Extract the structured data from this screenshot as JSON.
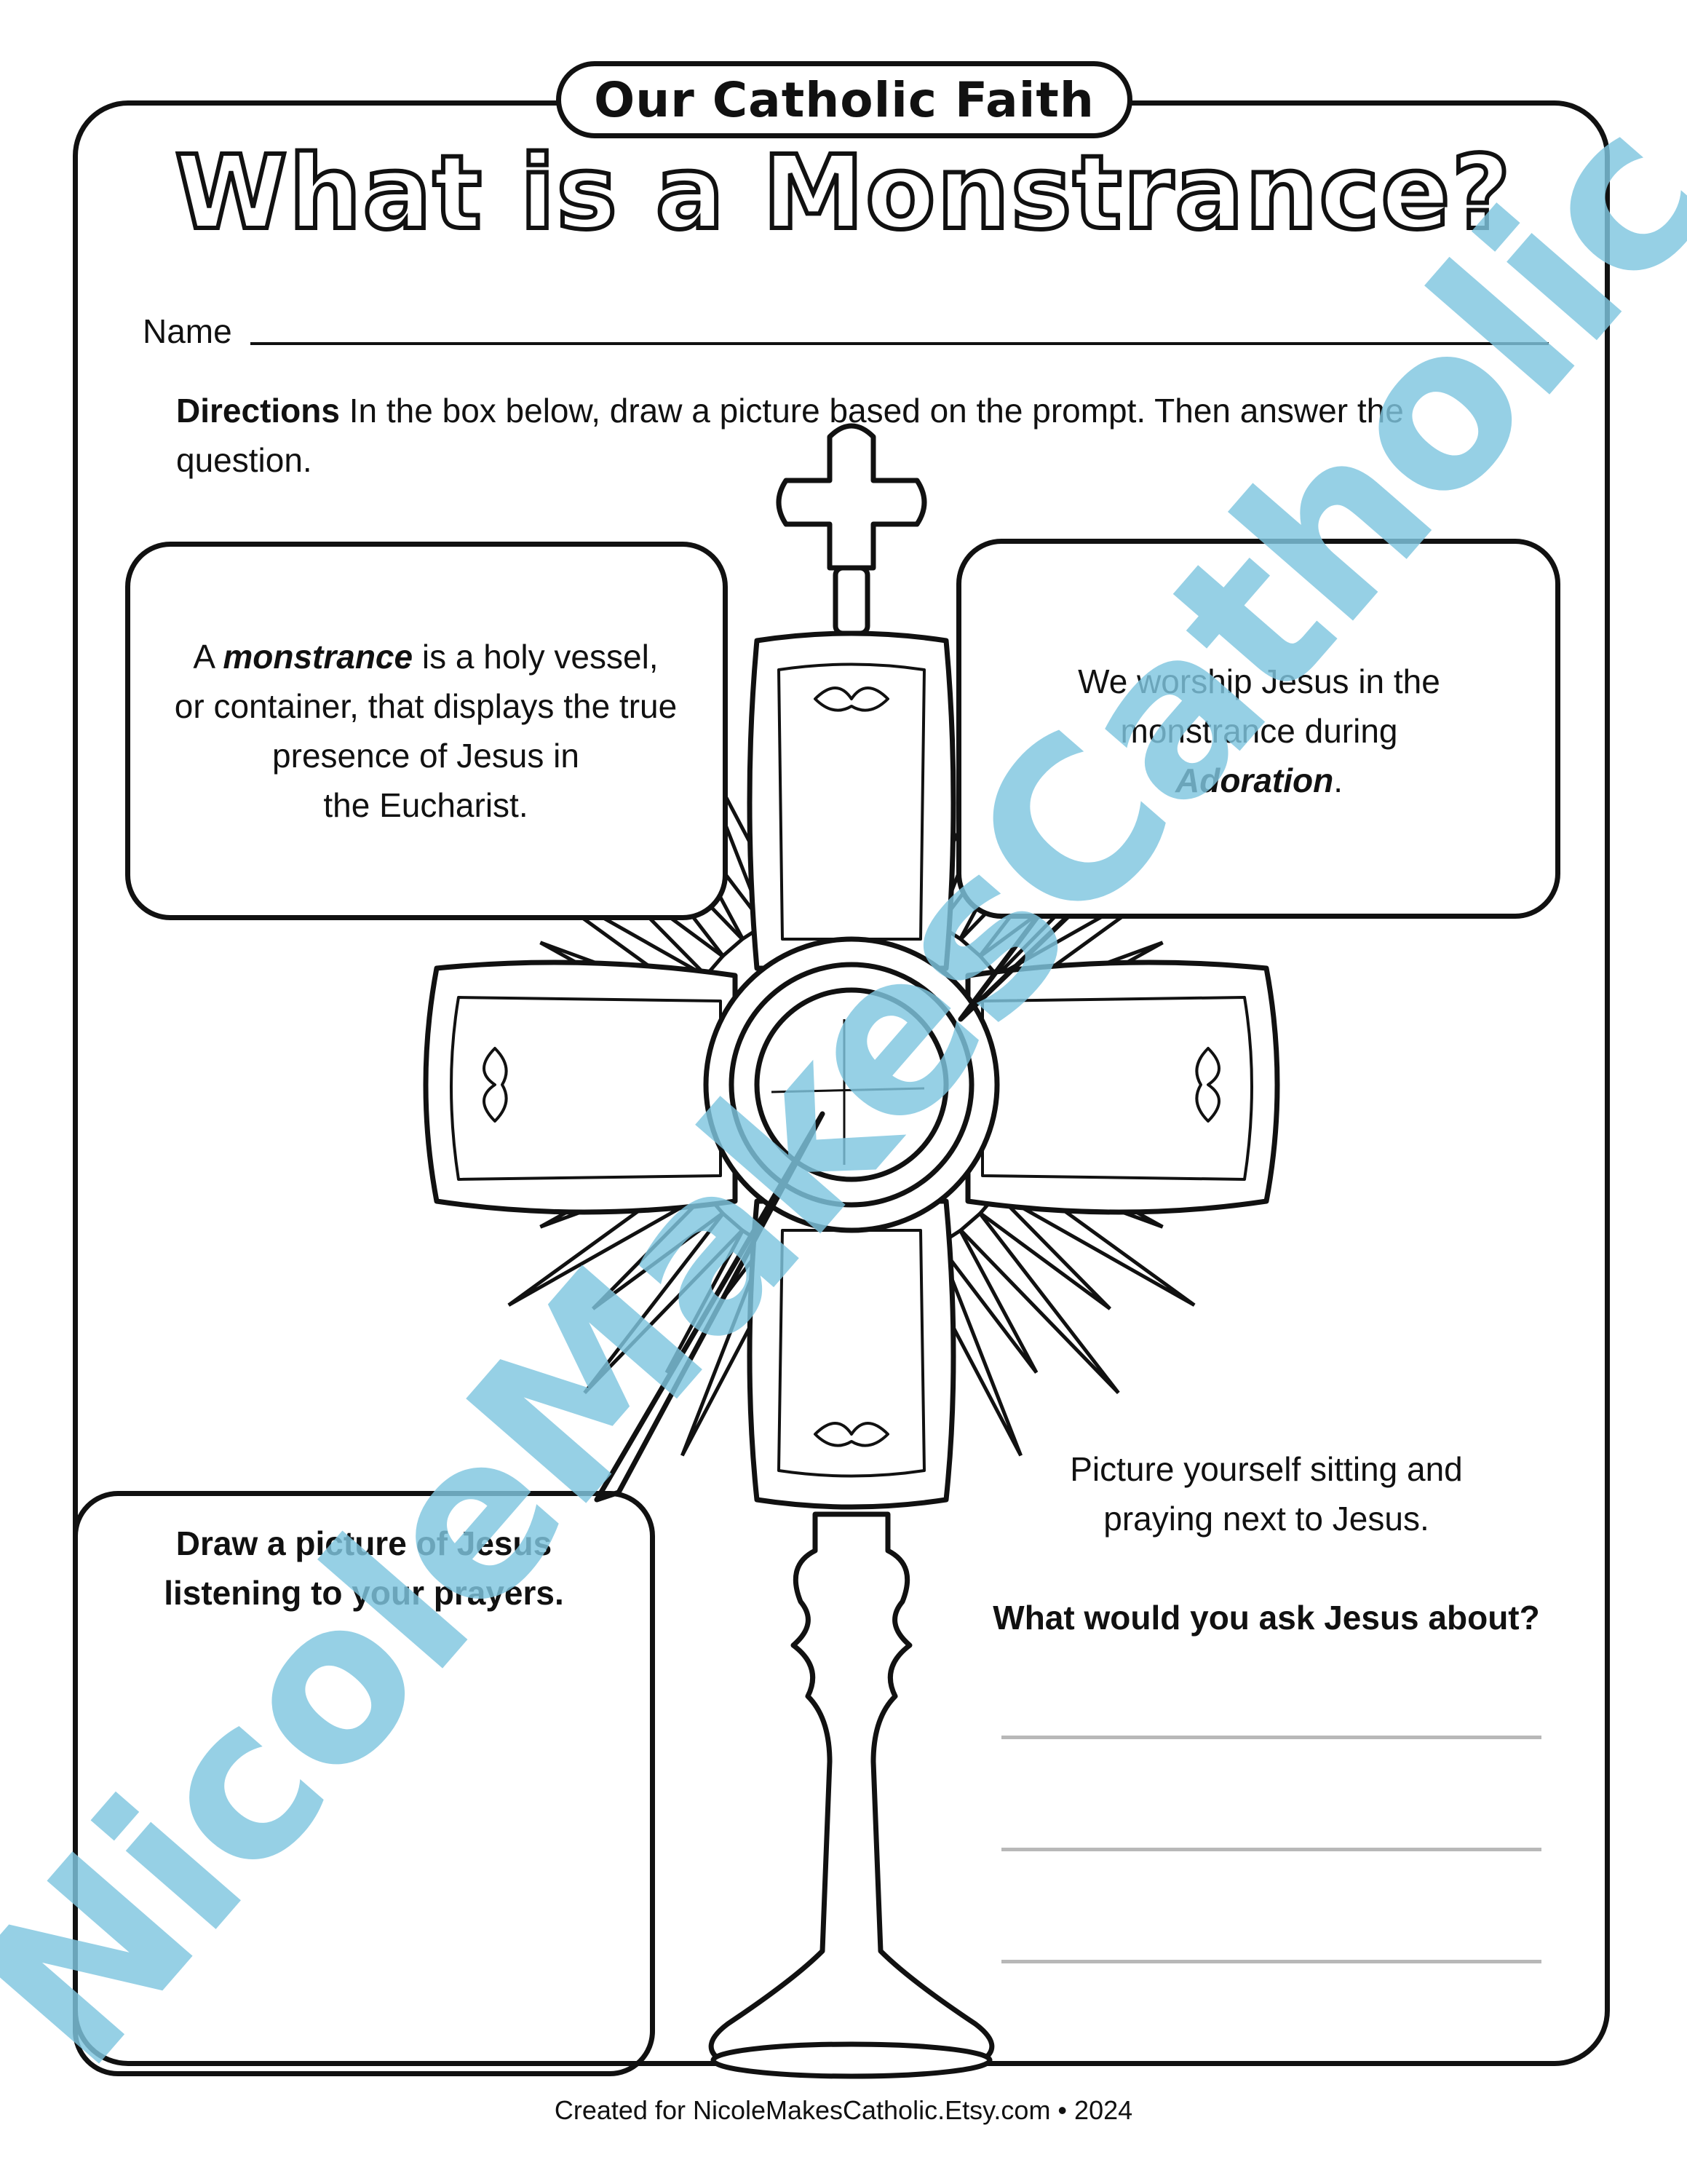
{
  "header": {
    "badge": "Our Catholic Faith",
    "title": "What is a Monstrance?"
  },
  "form": {
    "name_label": "Name"
  },
  "directions": {
    "label": "Directions",
    "text": "In the box below, draw a picture based on the prompt. Then answer the question."
  },
  "definition": {
    "prefix": "A ",
    "term": "monstrance",
    "line1_rest": " is a holy vessel,",
    "line2": "or container, that displays the true",
    "line3": "presence of Jesus in",
    "line4": "the Eucharist."
  },
  "adoration": {
    "line1": "We worship Jesus in the",
    "line2": "monstrance during",
    "term": "Adoration",
    "suffix": "."
  },
  "drawing_prompt": {
    "line1": "Draw a picture of Jesus",
    "line2": "listening to your prayers."
  },
  "reflection": {
    "line1": "Picture yourself sitting and",
    "line2": "praying next to Jesus.",
    "question": "What would you ask Jesus about?"
  },
  "watermark": "NicoleMakesCatholic",
  "footer": "Created for NicoleMakesCatholic.Etsy.com  •  2024"
}
